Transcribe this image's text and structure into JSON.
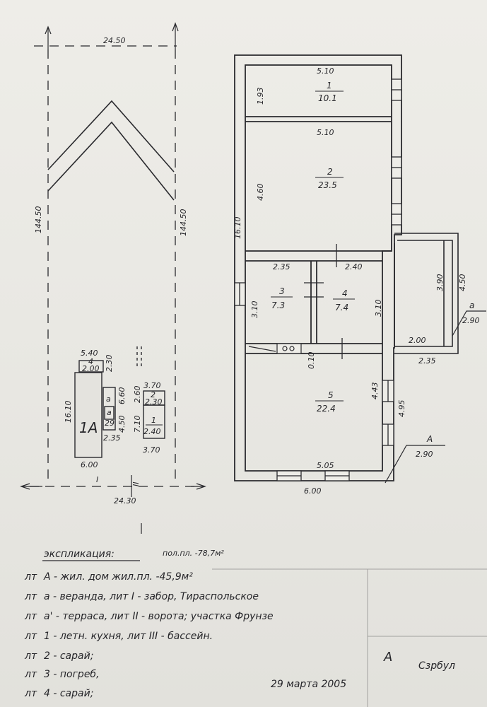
{
  "plot": {
    "width_top": "24.50",
    "width_bottom": "24.30",
    "length_left": "144.50",
    "length_right": "144.50"
  },
  "house": {
    "length": "16.10",
    "width_bottom": "6.00",
    "section_A": "A",
    "section_A_height": "2.90",
    "section_a": "a",
    "section_a_height": "2.90"
  },
  "rooms": [
    {
      "num": "1",
      "area": "10.1",
      "top": "5.10",
      "side": "1.93"
    },
    {
      "num": "2",
      "area": "23.5",
      "top": "5.10",
      "side": "4.60"
    },
    {
      "num": "3",
      "area": "7.3",
      "top": "2.35",
      "side": "3.10"
    },
    {
      "num": "4",
      "area": "7.4",
      "top": "2.40",
      "side": "3.10"
    },
    {
      "num": "5",
      "area": "22.4",
      "bottom": "5.05",
      "side": "4.43",
      "outer": "4.95"
    }
  ],
  "veranda": {
    "height": "3.90",
    "outer": "4.50",
    "inner": "2.00",
    "outer_w": "2.35"
  },
  "hatch_label": "0.10",
  "mini": {
    "house_label": "1А",
    "house_length": "16.10",
    "house_width": "6.00",
    "top_width": "5.40",
    "terrace_w": "2.00",
    "terrace_num": "4",
    "terrace_h": "2.30",
    "side_dim1": "6.60",
    "side_dim2": "4.50",
    "side_w": "2.35",
    "label_a": "а",
    "label_a2": "а",
    "small_num": "29",
    "kitchen_top": "3.70",
    "kitchen_num2": "2",
    "kitchen_h2": "2.30",
    "kitchen_num1": "1",
    "kitchen_h1": "2.40",
    "kitchen_side1": "2.60",
    "kitchen_side2": "7.10",
    "kitchen_bottom": "3.70"
  },
  "fence_marks": {
    "left": "I",
    "right": "II"
  },
  "legend": {
    "heading": "экспликация:",
    "total_area": "пол.пл. -78,7м²",
    "lines": [
      {
        "prefix": "лт",
        "text": "А - жил. дом  жил.пл. -45,9м²"
      },
      {
        "prefix": "лт",
        "text": "а - веранда,     лит I - забор, Тираспольское"
      },
      {
        "prefix": "лт",
        "text": "а' - терраса,    лит II - ворота;   участка  Фрунзе"
      },
      {
        "prefix": "лт",
        "text": "1 - летн. кухня, лит III - бассейн."
      },
      {
        "prefix": "лт",
        "text": "2 - сарай;"
      },
      {
        "prefix": "лт",
        "text": "3 - погреб,"
      },
      {
        "prefix": "лт",
        "text": "4 - сарай;"
      }
    ],
    "stamp_letter": "А",
    "signature": "Сзрбул",
    "date": "29   марта  2005"
  }
}
